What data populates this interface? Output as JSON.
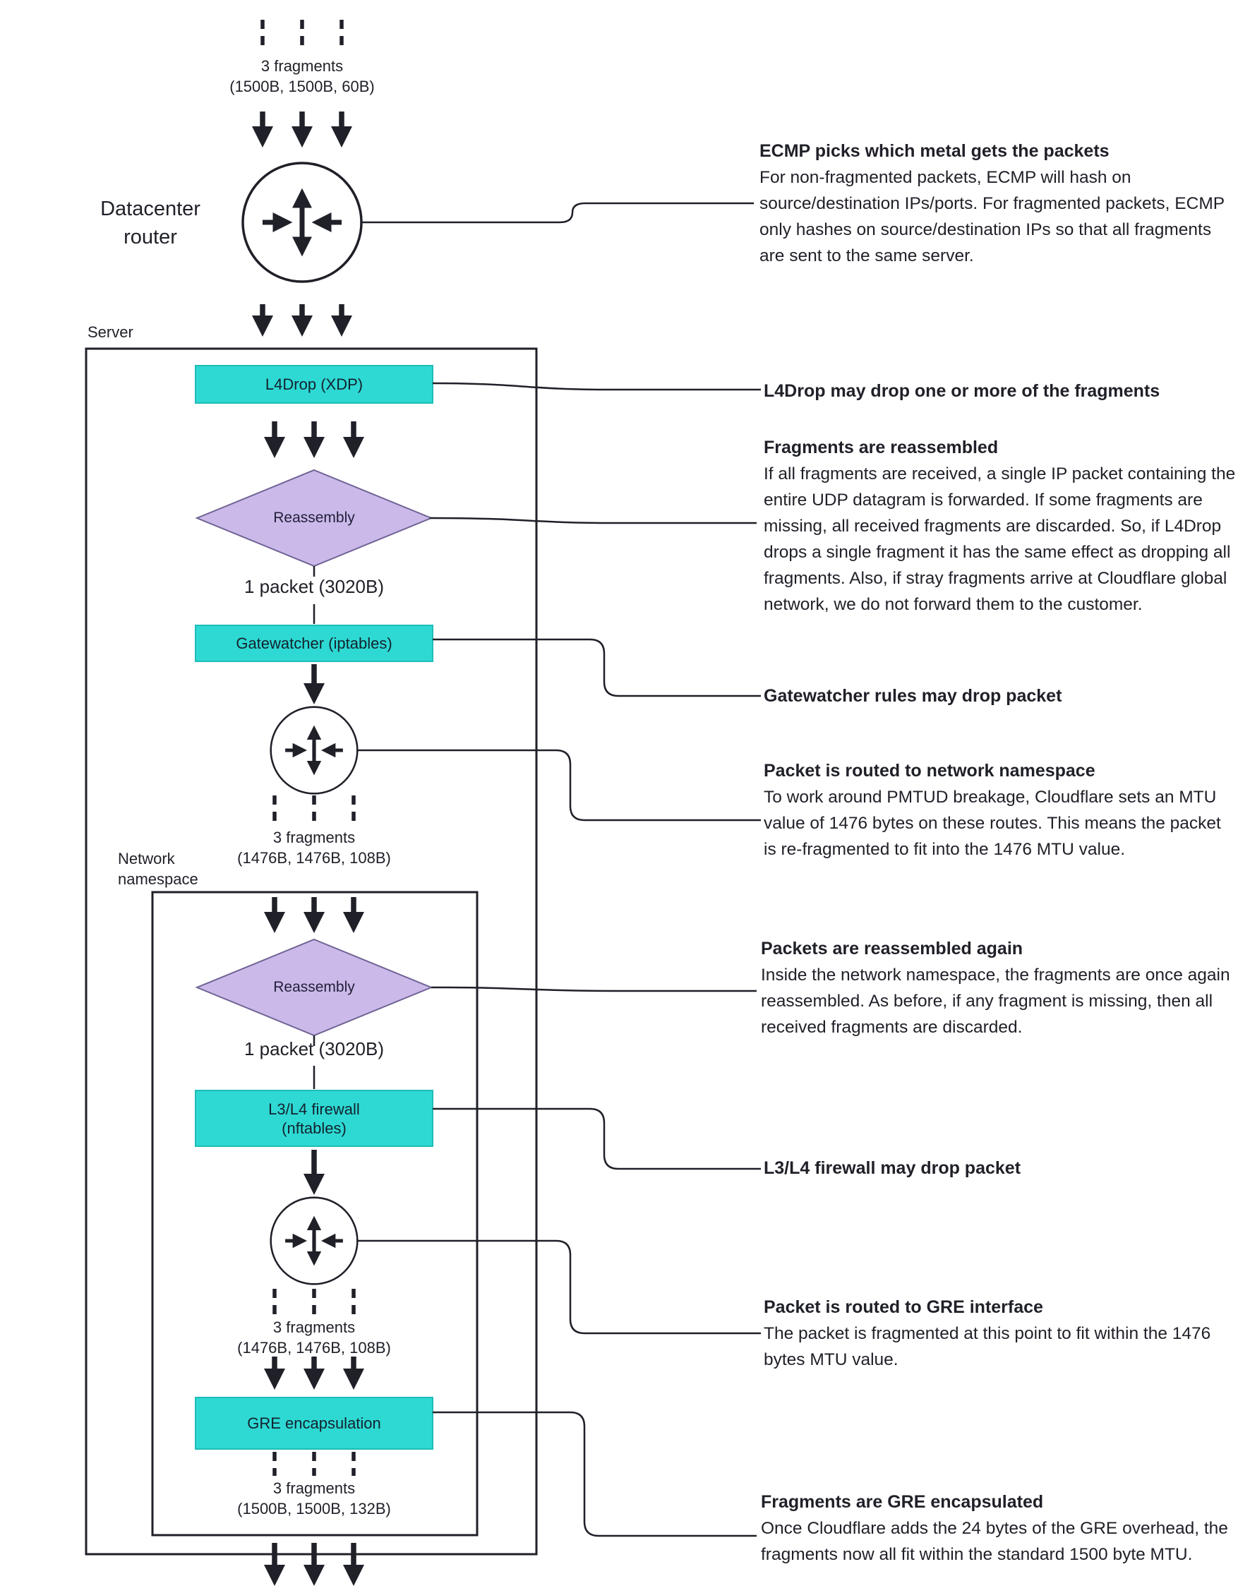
{
  "colors": {
    "ink": "#1f2028",
    "cyan": "#2ed9d3",
    "cyan_border": "#1fbdb7",
    "purple": "#cbb9ea",
    "purple_border": "#6f6394"
  },
  "nodes": {
    "datacenter_router": "Datacenter router",
    "server": "Server",
    "l4drop": "L4Drop (XDP)",
    "reassembly_1": "Reassembly",
    "packet_1": "1 packet (3020B)",
    "gatewatcher": "Gatewatcher (iptables)",
    "network_namespace": "Network namespace",
    "reassembly_2": "Reassembly",
    "packet_2": "1 packet (3020B)",
    "firewall_line1": "L3/L4 firewall",
    "firewall_line2": "(nftables)",
    "gre": "GRE encapsulation"
  },
  "fragments": {
    "top": {
      "count": "3 fragments",
      "sizes": "(1500B, 1500B, 60B)"
    },
    "after_route_1": {
      "count": "3 fragments",
      "sizes": "(1476B, 1476B, 108B)"
    },
    "after_route_2": {
      "count": "3 fragments",
      "sizes": "(1476B, 1476B, 108B)"
    },
    "after_gre": {
      "count": "3 fragments",
      "sizes": "(1500B, 1500B, 132B)"
    }
  },
  "annotations": {
    "ecmp": {
      "title": "ECMP picks which metal gets the packets",
      "body": "For non-fragmented packets, ECMP will hash on source/destination IPs/ports. For fragmented packets, ECMP only hashes on source/destination IPs so that all fragments are sent to the same server."
    },
    "l4drop": {
      "title": "L4Drop may drop one or more of the fragments"
    },
    "reassembled": {
      "title": "Fragments are reassembled",
      "body": "If all fragments are received, a single IP packet containing the entire UDP datagram is forwarded. If some fragments are missing, all received fragments are discarded. So, if L4Drop drops a single fragment it has the same effect as dropping all fragments. Also, if stray fragments arrive at Cloudflare global network, we do not forward them to the customer."
    },
    "gatewatcher": {
      "title": "Gatewatcher rules may drop packet"
    },
    "routed_namespace": {
      "title": "Packet is routed to network namespace",
      "body": "To work around PMTUD breakage, Cloudflare sets an MTU value of 1476 bytes on these routes. This means the packet is re-fragmented to fit into the 1476 MTU value."
    },
    "reassembled_again": {
      "title": "Packets are reassembled again",
      "body": "Inside the network namespace, the fragments are once again reassembled. As before, if any fragment is missing, then all received fragments are discarded."
    },
    "firewall_drop": {
      "title": "L3/L4 firewall may drop packet"
    },
    "routed_gre": {
      "title": "Packet is routed to GRE interface",
      "body": "The packet is fragmented at this point to fit within the 1476 bytes MTU value."
    },
    "gre_encapsulated": {
      "title": "Fragments are GRE encapsulated",
      "body": "Once Cloudflare adds the 24 bytes of the GRE overhead, the fragments now all fit within the standard 1500 byte MTU."
    }
  }
}
